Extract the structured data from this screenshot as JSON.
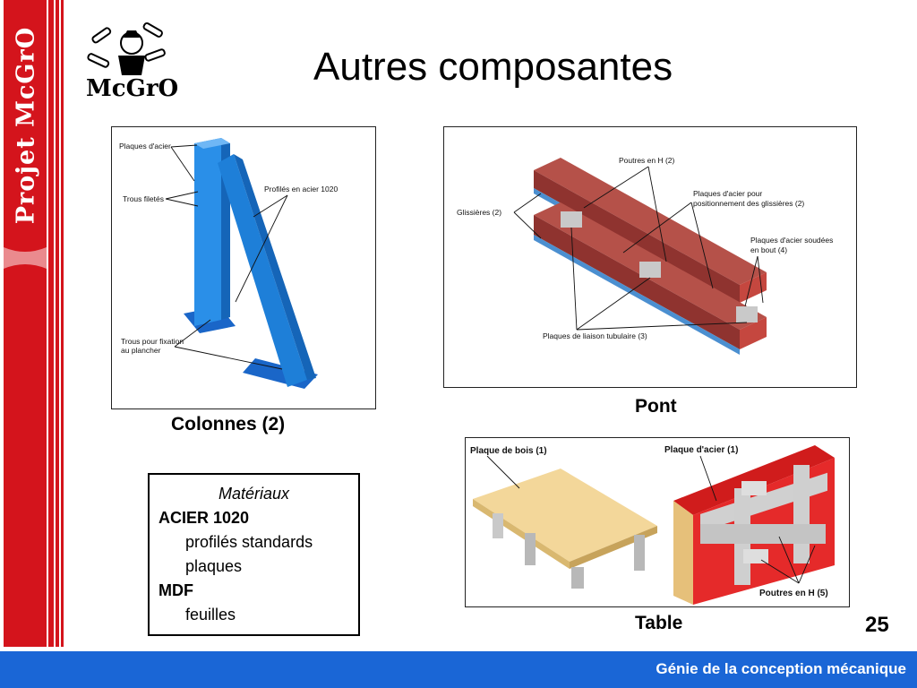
{
  "sidebar": {
    "title": "Projet McGrO"
  },
  "logo": {
    "text": "McGrO"
  },
  "slide": {
    "title": "Autres composantes",
    "page_number": "25"
  },
  "figures": {
    "colonnes": {
      "caption": "Colonnes (2)",
      "labels": {
        "plaques_acier": "Plaques d'acier",
        "trous_filetes": "Trous filetés",
        "profiles": "Profilés en acier 1020",
        "trous_fixation_1": "Trous pour fixation",
        "trous_fixation_2": "au plancher"
      }
    },
    "pont": {
      "caption": "Pont",
      "labels": {
        "poutres_h": "Poutres en H (2)",
        "glissieres": "Glissières (2)",
        "plaques_pos_1": "Plaques d'acier pour",
        "plaques_pos_2": "positionnement des glissières (2)",
        "plaques_soudees_1": "Plaques d'acier soudées",
        "plaques_soudees_2": "en bout (4)",
        "plaques_liaison": "Plaques de liaison tubulaire (3)"
      }
    },
    "table": {
      "caption": "Table",
      "labels": {
        "plaque_bois": "Plaque de bois (1)",
        "plaque_acier": "Plaque d'acier (1)",
        "poutres_h": "Poutres en H (5)"
      }
    }
  },
  "materials": {
    "heading": "Matériaux",
    "items": [
      {
        "name": "ACIER 1020",
        "details": [
          "profilés standards",
          "plaques"
        ]
      },
      {
        "name": "MDF",
        "details": [
          "feuilles"
        ]
      }
    ]
  },
  "footer": {
    "text": "Génie de la conception mécanique"
  },
  "colors": {
    "brand_red": "#d4141c",
    "footer_blue": "#1a66d6",
    "column_blue": "#1e7fd8",
    "beam_red": "#9b3a36"
  }
}
